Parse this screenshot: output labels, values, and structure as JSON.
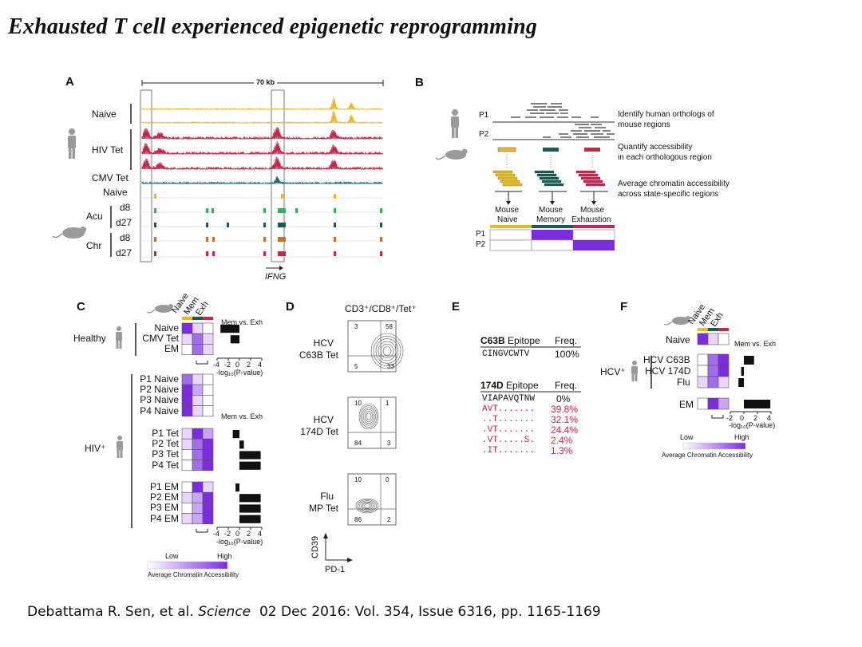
{
  "title": "Exhausted T cell experienced epigenetic reprogramming",
  "citation": {
    "authors": "Debattama R. Sen, et al.",
    "journal": "Science",
    "details": "02 Dec 2016: Vol. 354, Issue 6316, pp. 1165-1169"
  },
  "colors": {
    "naive": "#e8b923",
    "memory": "#1a5a52",
    "exhaustion": "#c8254a",
    "hiv_track": "#c8254a",
    "cmv_track": "#1a6a66",
    "heat_high": "#7b2be0",
    "heat_low": "#ffffff"
  },
  "panelA": {
    "letter": "A",
    "scale_label": "70 kb",
    "human_groups": {
      "naive": "Naive",
      "hiv": "HIV Tet",
      "cmv": "CMV Tet"
    },
    "mouse_rows": {
      "naive": "Naive",
      "acu": "Acu",
      "chr": "Chr",
      "d8": "d8",
      "d27": "d27"
    },
    "gene_label": "IFNG"
  },
  "panelB": {
    "letter": "B",
    "p1": "P1",
    "p2": "P2",
    "step1": [
      "Identify human orthologs of",
      "mouse regions"
    ],
    "step2": [
      "Quantify accessibility",
      "in each orthologous region"
    ],
    "step3": [
      "Average chromatin accessibility",
      "across state-specific regions"
    ],
    "columns": [
      {
        "top": "Mouse",
        "bottom": "Naive"
      },
      {
        "top": "Mouse",
        "bottom": "Memory"
      },
      {
        "top": "Mouse",
        "bottom": "Exhaustion"
      }
    ],
    "row_labels": [
      "P1",
      "P2"
    ]
  },
  "panelC": {
    "letter": "C",
    "col_headers": [
      "Naive",
      "Mem",
      "Exh"
    ],
    "healthy_label": "Healthy",
    "healthy_rows": [
      "Naive",
      "CMV Tet",
      "EM"
    ],
    "hiv_label": "HIV⁺",
    "hiv_naive_rows": [
      "P1 Naive",
      "P2 Naive",
      "P3 Naive",
      "P4 Naive"
    ],
    "hiv_tet_rows": [
      "P1 Tet",
      "P2 Tet",
      "P3 Tet",
      "P4 Tet"
    ],
    "hiv_em_rows": [
      "P1 EM",
      "P2 EM",
      "P3 EM",
      "P4 EM"
    ],
    "bar_title": "Mem vs. Exh",
    "axis_ticks": [
      "-4",
      "-2",
      "0",
      "2",
      "4"
    ],
    "axis_label": "-log₁₀(P-value)",
    "legend_low": "Low",
    "legend_high": "High",
    "legend_caption": "Average Chromatin Accessibility"
  },
  "panelD": {
    "letter": "D",
    "header": "CD3⁺/CD8⁺/Tet⁺",
    "plots": [
      {
        "label1": "HCV",
        "label2": "C63B Tet",
        "q": [
          "3",
          "58",
          "5",
          "33"
        ]
      },
      {
        "label1": "HCV",
        "label2": "174D Tet",
        "q": [
          "10",
          "1",
          "84",
          "3"
        ]
      },
      {
        "label1": "Flu",
        "label2": "MP Tet",
        "q": [
          "10",
          "0",
          "86",
          "2"
        ]
      }
    ],
    "y_axis": "CD39",
    "x_axis": "PD-1"
  },
  "panelE": {
    "letter": "E",
    "table1": {
      "epitope_bold": "C63B",
      "epitope_rest": " Epitope",
      "freq_header": "Freq.",
      "rows": [
        {
          "seq": "CINGVCWTV",
          "freq": "100%"
        }
      ]
    },
    "table2": {
      "epitope_bold": "174D",
      "epitope_rest": " Epitope",
      "freq_header": "Freq.",
      "rows": [
        {
          "seq": "VIAPAVQTNW",
          "freq": "0%",
          "mut": false
        },
        {
          "seq": "AVT.......",
          "freq": "39.8%",
          "mut": true
        },
        {
          "seq": "..T.......",
          "freq": "32.1%",
          "mut": true
        },
        {
          "seq": ".VT.......",
          "freq": "24.4%",
          "mut": true
        },
        {
          "seq": ".VT.....S.",
          "freq": "2.4%",
          "mut": true
        },
        {
          "seq": ".IT.......",
          "freq": "1.3%",
          "mut": true
        }
      ]
    }
  },
  "panelF": {
    "letter": "F",
    "col_headers": [
      "Naive",
      "Mem",
      "Exh"
    ],
    "naive_row": "Naive",
    "hcv_label": "HCV⁺",
    "hcv_rows": [
      "HCV C63B",
      "HCV 174D",
      "Flu"
    ],
    "em_row": "EM",
    "bar_title": "Mem vs. Exh",
    "axis_ticks": [
      "-2",
      "0",
      "2",
      "4"
    ],
    "axis_label": "-log₁₀(P-value)",
    "legend_low": "Low",
    "legend_high": "High",
    "legend_caption": "Average Chromatin Accessibility"
  }
}
